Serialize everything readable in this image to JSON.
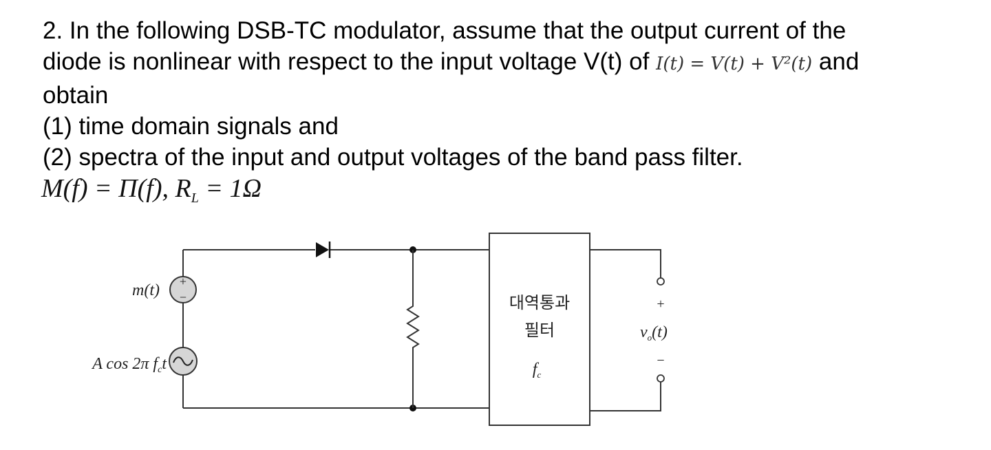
{
  "problem": {
    "line1": "2. In the following DSB-TC modulator, assume that the output current of the",
    "line2_pre": "diode is nonlinear with respect to the input voltage V(t) of",
    "line2_math": "I(t) = V(t) + V²(t)",
    "line2_post": "and",
    "line3": "obtain",
    "line4": "(1) time domain signals and",
    "line5": "(2) spectra of the input and output voltages of the band pass filter.",
    "givens": "M(f) = Π(f),  R",
    "givens_sub": "L",
    "givens_tail": " = 1Ω"
  },
  "circuit": {
    "message_source_label": "m(t)",
    "carrier_label_pre": "A cos 2π f",
    "carrier_label_sub": "c",
    "carrier_label_post": "t",
    "bpf_label_line1": "대역통과",
    "bpf_label_line2": "필터",
    "bpf_center_freq": "f",
    "bpf_center_freq_sub": "c",
    "output_plus": "+",
    "output_minus": "−",
    "output_label": "v",
    "output_label_sub": "o",
    "output_label_tail": "(t)",
    "source_plus": "+",
    "source_minus": "−"
  }
}
